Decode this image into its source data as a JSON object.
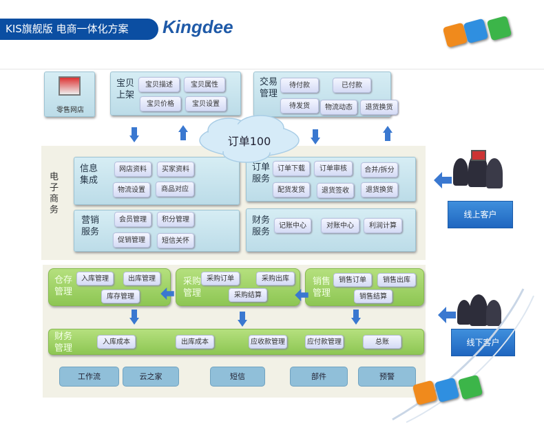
{
  "header": {
    "title": "KIS旗舰版 电商一体化方案",
    "logo": "Kingdee"
  },
  "retail": {
    "label": "零售网店"
  },
  "listing": {
    "title1": "宝贝",
    "title2": "上架",
    "items": [
      "宝贝描述",
      "宝贝属性",
      "宝贝价格",
      "宝贝设置"
    ]
  },
  "trade": {
    "title1": "交易",
    "title2": "管理",
    "items": [
      "待付款",
      "已付款",
      "待发货",
      "物流动态",
      "退货换货"
    ]
  },
  "cloud": {
    "label": "订单100"
  },
  "ecommerce": {
    "label": "电子商务"
  },
  "info": {
    "title1": "信息",
    "title2": "集成",
    "items": [
      "网店资料",
      "买家资料",
      "物流设置",
      "商品对应"
    ]
  },
  "marketing": {
    "title1": "营销",
    "title2": "服务",
    "items": [
      "会员管理",
      "积分管理",
      "促销管理",
      "短信关怀"
    ]
  },
  "order": {
    "title1": "订单",
    "title2": "服务",
    "items": [
      "订单下载",
      "订单审核",
      "合并/拆分",
      "配货发货",
      "退货签收",
      "退货换货"
    ]
  },
  "finance_service": {
    "title1": "财务",
    "title2": "服务",
    "items": [
      "记账中心",
      "对账中心",
      "利润计算"
    ]
  },
  "warehouse": {
    "title1": "仓存",
    "title2": "管理",
    "items": [
      "入库管理",
      "出库管理",
      "库存管理"
    ]
  },
  "purchase": {
    "title1": "采购",
    "title2": "管理",
    "items": [
      "采购订单",
      "采购出库",
      "采购结算"
    ]
  },
  "sales": {
    "title1": "销售",
    "title2": "管理",
    "items": [
      "销售订单",
      "销售出库",
      "销售结算"
    ]
  },
  "finance": {
    "title1": "财务",
    "title2": "管理",
    "items": [
      "入库成本",
      "出库成本",
      "应收款管理",
      "应付款管理",
      "总账"
    ]
  },
  "bottom": [
    "工作流",
    "云之家",
    "短信",
    "部件",
    "预警"
  ],
  "customers": {
    "online": "线上客户",
    "offline": "线下客户"
  }
}
